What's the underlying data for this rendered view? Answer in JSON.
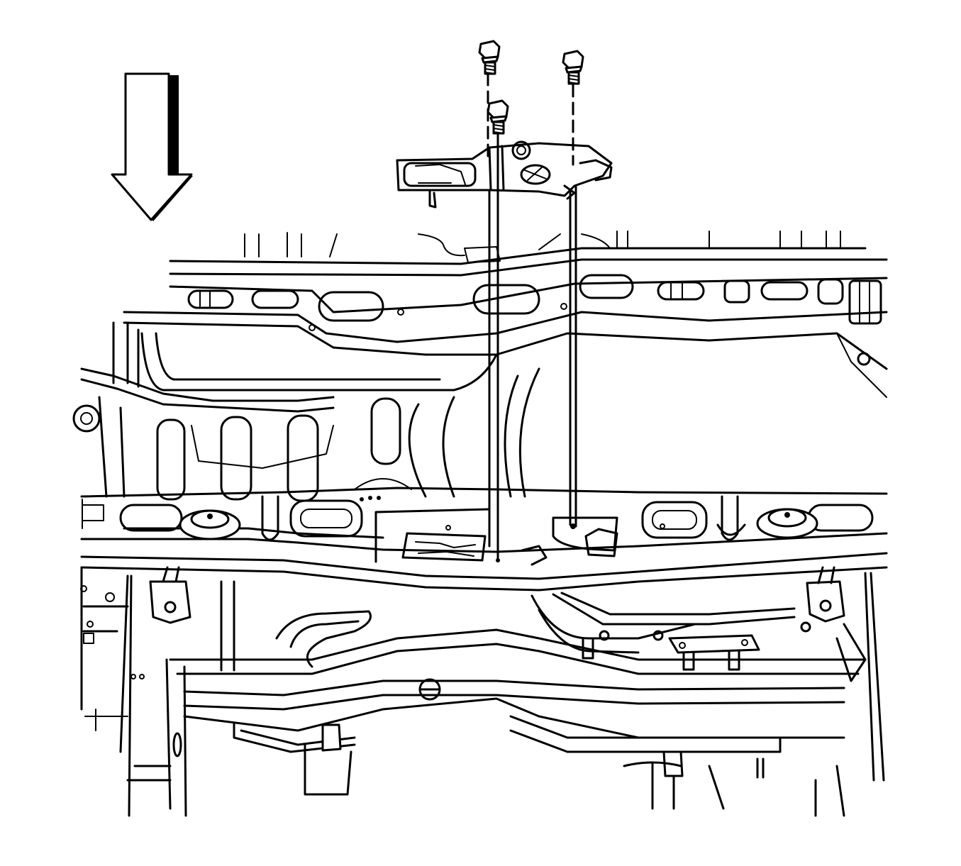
{
  "figure": {
    "colors": {
      "ink": "#000000",
      "paper": "#ffffff"
    },
    "arrow": {
      "icon": "down-arrow-icon",
      "direction": "down"
    },
    "fasteners": [
      {
        "name": "bolt-1",
        "icon": "bolt-icon",
        "leader": "dashed"
      },
      {
        "name": "bolt-2",
        "icon": "bolt-icon",
        "leader": "solid"
      },
      {
        "name": "bolt-3",
        "icon": "bolt-icon",
        "leader": "dashed"
      }
    ],
    "fastener_count": 3
  }
}
